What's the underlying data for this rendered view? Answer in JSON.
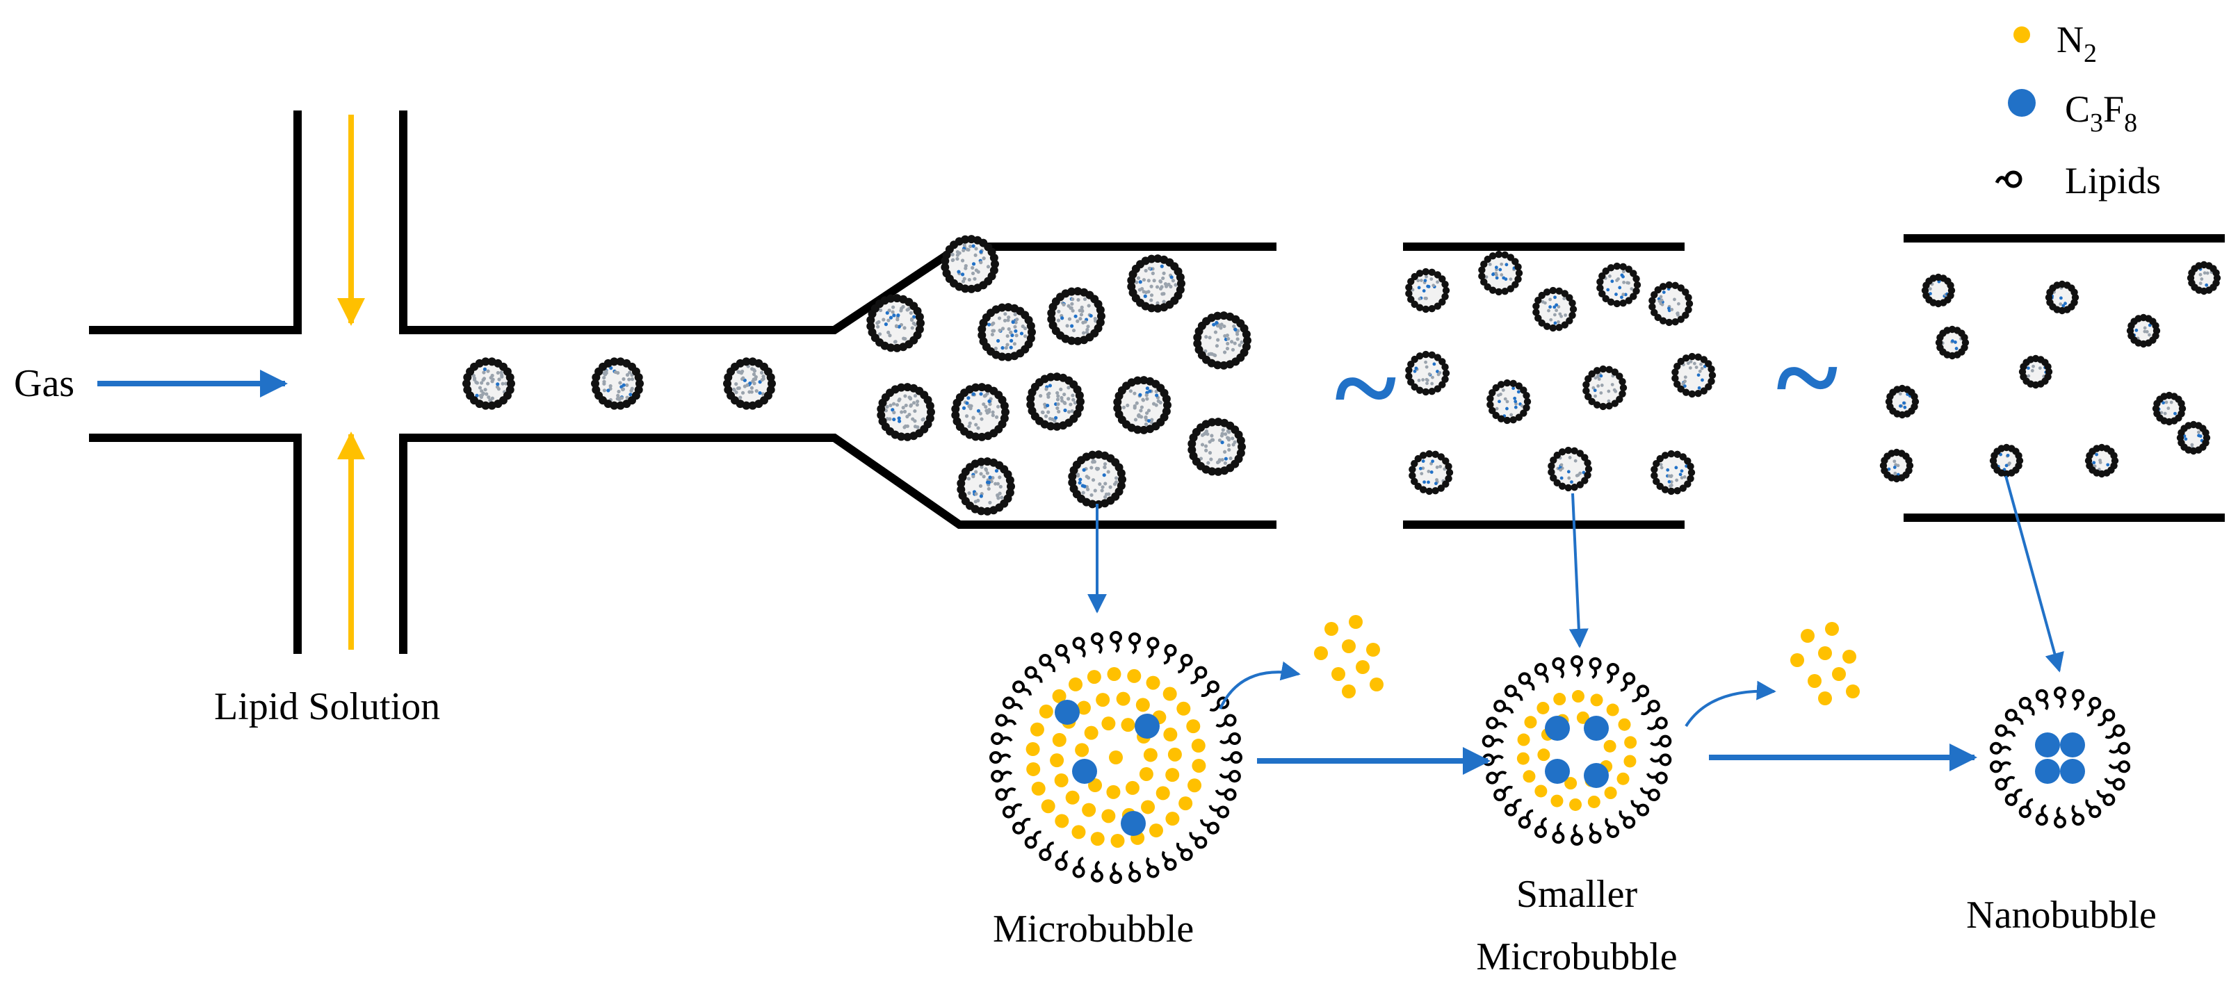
{
  "labels": {
    "gas": "Gas",
    "lipid_solution": "Lipid Solution",
    "microbubble": "Microbubble",
    "smaller_microbubble_line1": "Smaller",
    "smaller_microbubble_line2": "Microbubble",
    "nanobubble": "Nanobubble",
    "tilde_1": "~",
    "tilde_2": "~"
  },
  "legend": {
    "n2": {
      "base": "N",
      "subscript": "2",
      "color": "#FFC000"
    },
    "c3f8": {
      "base1": "C",
      "sub1": "3",
      "base2": "F",
      "sub2": "8",
      "color": "#2171C7"
    },
    "lipids": {
      "label": "Lipids"
    }
  },
  "colors": {
    "channel": "#000000",
    "flow_arrow": "#2171C7",
    "lipid_arrow": "#FFC000",
    "n2": "#FFC000",
    "c3f8": "#2171C7"
  }
}
